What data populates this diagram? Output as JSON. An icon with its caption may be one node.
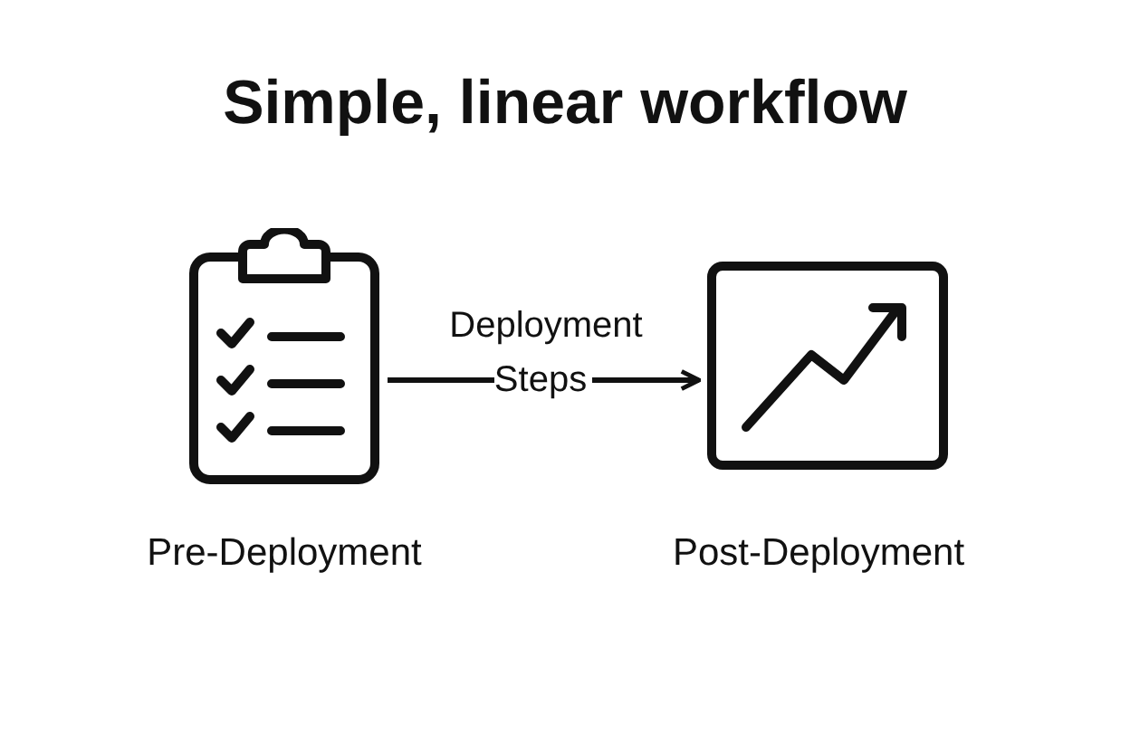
{
  "diagram": {
    "title": "Simple, linear workflow",
    "nodes": [
      {
        "text": [],
        "shape": "picture",
        "beside": [
          "Pre-Deployment"
        ]
      },
      {
        "text": [],
        "shape": "picture",
        "beside": [
          "Post-Deployment"
        ]
      }
    ],
    "edges": [
      {
        "from": 0,
        "to": 1,
        "arrow": "to",
        "label": "Deployment Steps"
      }
    ]
  }
}
